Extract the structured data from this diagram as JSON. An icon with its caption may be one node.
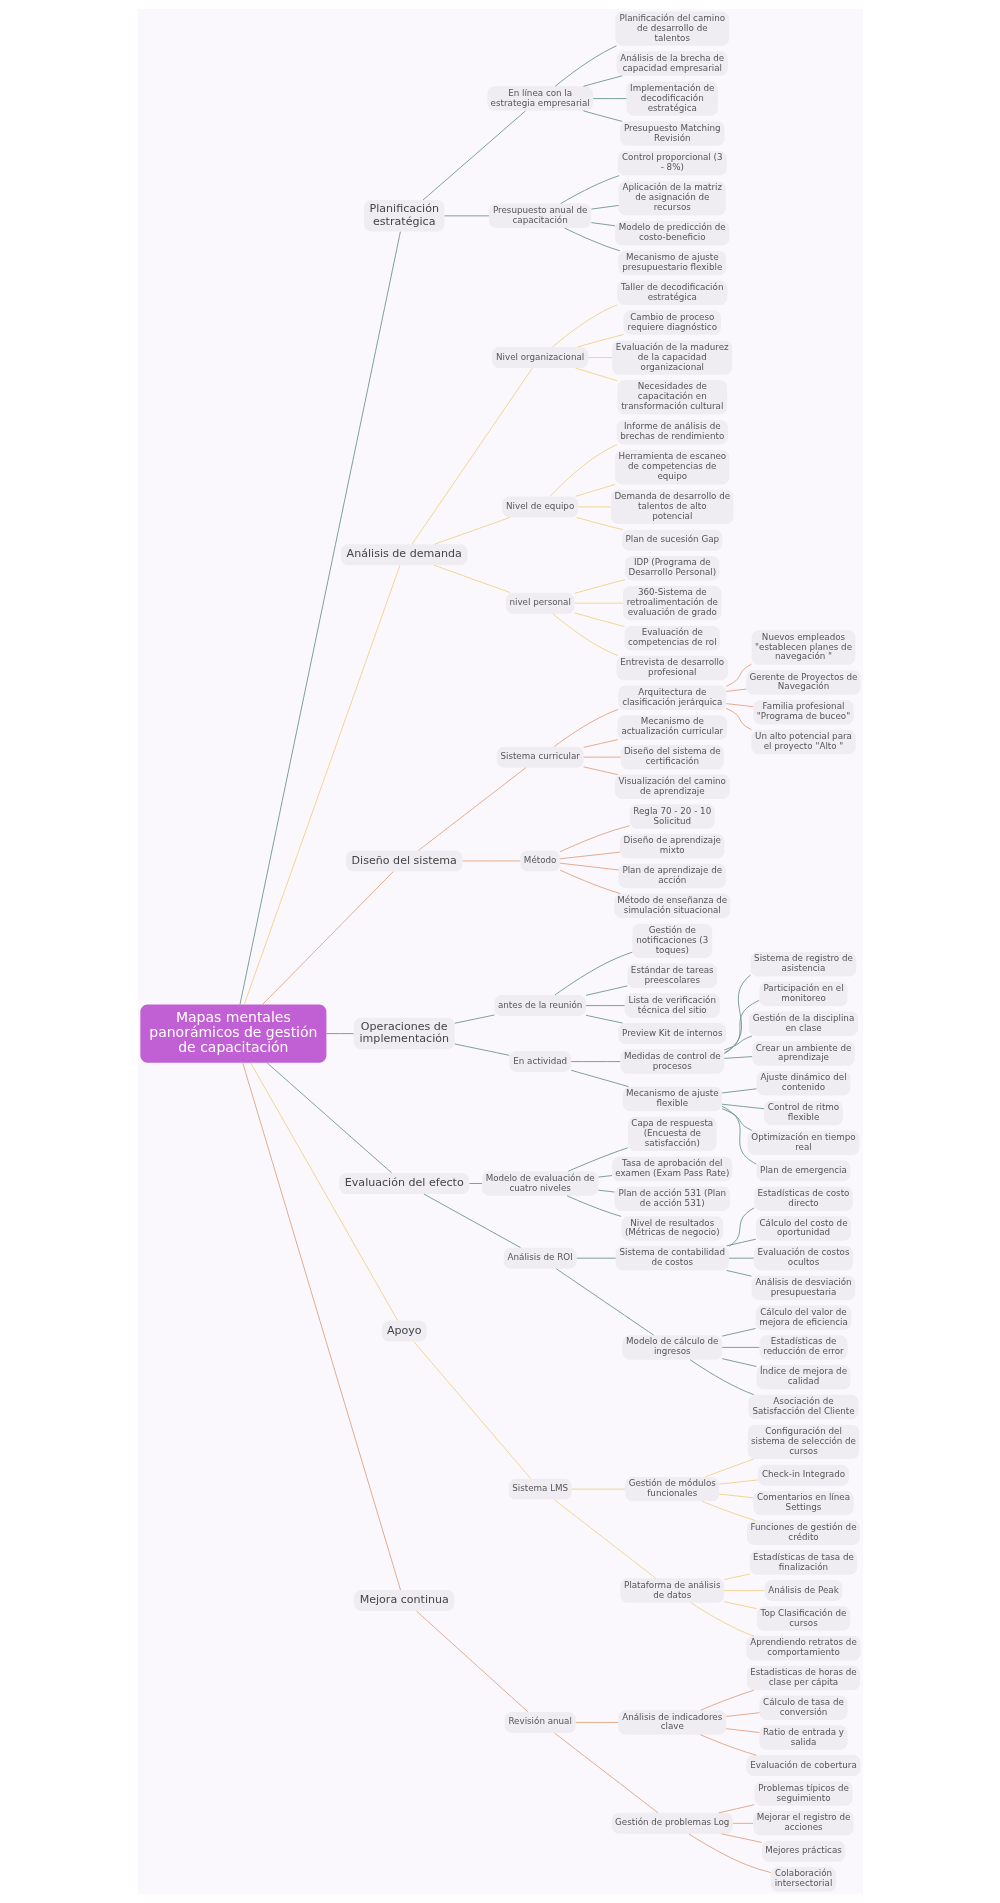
{
  "diagram": {
    "nodes": [
      {
        "text": [
          "Mapas mentales panorámicos de gestión de capacitación"
        ]
      },
      {
        "text": [
          "Planificación estratégica"
        ]
      },
      {
        "text": [
          "En línea con la estrategia empresarial"
        ]
      },
      {
        "text": [
          "Planificación del camino de desarrollo de talentos"
        ]
      },
      {
        "text": [
          "Análisis de la brecha de capacidad empresarial"
        ]
      },
      {
        "text": [
          "Implementación de decodificación estratégica"
        ]
      },
      {
        "text": [
          "Presupuesto Matching Revisión"
        ]
      },
      {
        "text": [
          "Presupuesto anual de capacitación"
        ]
      },
      {
        "text": [
          "Control proporcional (3 - 8%)"
        ]
      },
      {
        "text": [
          "Aplicación de la matriz de asignación de recursos"
        ]
      },
      {
        "text": [
          "Modelo de predicción de costo-beneficio"
        ]
      },
      {
        "text": [
          "Mecanismo de ajuste presupuestario flexible"
        ]
      },
      {
        "text": [
          "Análisis de demanda"
        ]
      },
      {
        "text": [
          "Nivel organizacional"
        ]
      },
      {
        "text": [
          "Taller de decodificación estratégica"
        ]
      },
      {
        "text": [
          "Cambio de proceso requiere diagnóstico"
        ]
      },
      {
        "text": [
          "Evaluación de la madurez de la capacidad organizacional"
        ]
      },
      {
        "text": [
          "Necesidades de capacitación en transformación cultural"
        ]
      },
      {
        "text": [
          "Nivel de equipo"
        ]
      },
      {
        "text": [
          "Informe de análisis de brechas de rendimiento"
        ]
      },
      {
        "text": [
          "Herramienta de escaneo de competencias de equipo"
        ]
      },
      {
        "text": [
          "Demanda de desarrollo de talentos de alto potencial"
        ]
      },
      {
        "text": [
          "Plan de sucesión Gap"
        ]
      },
      {
        "text": [
          "nivel personal"
        ]
      },
      {
        "text": [
          "IDP (Programa de Desarrollo Personal)"
        ]
      },
      {
        "text": [
          "360-Sistema de retroalimentación de evaluación de grado"
        ]
      },
      {
        "text": [
          "Evaluación de competencias de rol"
        ]
      },
      {
        "text": [
          "Entrevista de desarrollo profesional"
        ]
      },
      {
        "text": [
          "Diseño del sistema"
        ]
      },
      {
        "text": [
          "Sistema curricular"
        ]
      },
      {
        "text": [
          "Arquitectura de clasificación jerárquica"
        ]
      },
      {
        "text": [
          "Nuevos empleados \"establecen planes de navegación \""
        ]
      },
      {
        "text": [
          "Gerente de Proyectos de Navegación"
        ]
      },
      {
        "text": [
          "Familia profesional \"Programa de buceo\""
        ]
      },
      {
        "text": [
          "Un alto potencial para el proyecto \"Alto \""
        ]
      },
      {
        "text": [
          "Mecanismo de actualización curricular"
        ]
      },
      {
        "text": [
          "Diseño del sistema de certificación"
        ]
      },
      {
        "text": [
          "Visualización del camino de aprendizaje"
        ]
      },
      {
        "text": [
          "Método"
        ]
      },
      {
        "text": [
          "Regla 70 - 20 - 10 Solicitud"
        ]
      },
      {
        "text": [
          "Diseño de aprendizaje mixto"
        ]
      },
      {
        "text": [
          "Plan de aprendizaje de acción"
        ]
      },
      {
        "text": [
          "Método de enseñanza de simulación situacional"
        ]
      },
      {
        "text": [
          "Operaciones de implementación"
        ]
      },
      {
        "text": [
          "antes de la reunión"
        ]
      },
      {
        "text": [
          "Gestión de notificaciones (3 toques)"
        ]
      },
      {
        "text": [
          "Estándar de tareas preescolares"
        ]
      },
      {
        "text": [
          "Lista de verificación técnica del sitio"
        ]
      },
      {
        "text": [
          "Preview Kit de internos"
        ]
      },
      {
        "text": [
          "En actividad"
        ]
      },
      {
        "text": [
          "Medidas de control de procesos"
        ]
      },
      {
        "text": [
          "Sistema de registro de asistencia"
        ]
      },
      {
        "text": [
          "Participación en el monitoreo"
        ]
      },
      {
        "text": [
          "Gestión de la disciplina en clase"
        ]
      },
      {
        "text": [
          "Crear un ambiente de aprendizaje"
        ]
      },
      {
        "text": [
          "Mecanismo de ajuste flexible"
        ]
      },
      {
        "text": [
          "Ajuste dinámico del contenido"
        ]
      },
      {
        "text": [
          "Control de ritmo flexible"
        ]
      },
      {
        "text": [
          "Optimización en tiempo real"
        ]
      },
      {
        "text": [
          "Plan de emergencia"
        ]
      },
      {
        "text": [
          "Evaluación del efecto"
        ]
      },
      {
        "text": [
          "Modelo de evaluación de cuatro niveles"
        ]
      },
      {
        "text": [
          "Capa de respuesta (Encuesta de satisfacción)"
        ]
      },
      {
        "text": [
          "Tasa de aprobación del examen (Exam Pass Rate)"
        ]
      },
      {
        "text": [
          "Plan de acción 531 (Plan de acción 531)"
        ]
      },
      {
        "text": [
          "Nivel de resultados (Métricas de negocio)"
        ]
      },
      {
        "text": [
          "Análisis de ROI"
        ]
      },
      {
        "text": [
          "Sistema de contabilidad de costos"
        ]
      },
      {
        "text": [
          "Estadísticas de costo directo"
        ]
      },
      {
        "text": [
          "Cálculo del costo de oportunidad"
        ]
      },
      {
        "text": [
          "Evaluación de costos ocultos"
        ]
      },
      {
        "text": [
          "Análisis de desviación presupuestaria"
        ]
      },
      {
        "text": [
          "Modelo de cálculo de ingresos"
        ]
      },
      {
        "text": [
          "Cálculo del valor de mejora de eficiencia"
        ]
      },
      {
        "text": [
          "Estadísticas de reducción de error"
        ]
      },
      {
        "text": [
          "Índice de mejora de calidad"
        ]
      },
      {
        "text": [
          "Asociación de Satisfacción del Cliente"
        ]
      },
      {
        "text": [
          "Apoyo"
        ]
      },
      {
        "text": [
          "Sistema LMS"
        ]
      },
      {
        "text": [
          "Gestión de módulos funcionales"
        ]
      },
      {
        "text": [
          "Configuración del sistema de selección de cursos"
        ]
      },
      {
        "text": [
          "Check-in Integrado"
        ]
      },
      {
        "text": [
          "Comentarios en línea Settings"
        ]
      },
      {
        "text": [
          "Funciones de gestión de crédito"
        ]
      },
      {
        "text": [
          "Plataforma de análisis de datos"
        ]
      },
      {
        "text": [
          "Estadísticas de tasa de finalización"
        ]
      },
      {
        "text": [
          "Análisis de Peak"
        ]
      },
      {
        "text": [
          "Top Clasificación de cursos"
        ]
      },
      {
        "text": [
          "Aprendiendo retratos de comportamiento"
        ]
      },
      {
        "text": [
          "Mejora continua"
        ]
      },
      {
        "text": [
          "Revisión anual"
        ]
      },
      {
        "text": [
          "Análisis de indicadores clave"
        ]
      },
      {
        "text": [
          "Estadisticas de horas de clase per cápita"
        ]
      },
      {
        "text": [
          "Cálculo de tasa de conversión"
        ]
      },
      {
        "text": [
          "Ratio de entrada y salida"
        ]
      },
      {
        "text": [
          "Evaluación de cobertura"
        ]
      },
      {
        "text": [
          "Gestión de problemas Log"
        ]
      },
      {
        "text": [
          "Problemas típicos de seguimiento"
        ]
      },
      {
        "text": [
          "Mejorar el registro de acciones"
        ]
      },
      {
        "text": [
          "Mejores prácticas"
        ]
      },
      {
        "text": [
          "Colaboración intersectorial"
        ]
      }
    ],
    "edges": [
      {
        "from": 0,
        "to": 1,
        "arrow": "none",
        "color": "#6a9387"
      },
      {
        "from": 1,
        "to": 2,
        "arrow": "none",
        "color": "#6a9387"
      },
      {
        "from": 2,
        "to": 3,
        "arrow": "none",
        "color": "#6a9387"
      },
      {
        "from": 2,
        "to": 4,
        "arrow": "none",
        "color": "#6a9387"
      },
      {
        "from": 2,
        "to": 5,
        "arrow": "none",
        "color": "#6a9387"
      },
      {
        "from": 2,
        "to": 6,
        "arrow": "none",
        "color": "#6a9387"
      },
      {
        "from": 1,
        "to": 7,
        "arrow": "none",
        "color": "#6a9387"
      },
      {
        "from": 7,
        "to": 8,
        "arrow": "none",
        "color": "#6a9387"
      },
      {
        "from": 7,
        "to": 9,
        "arrow": "none",
        "color": "#6a9387"
      },
      {
        "from": 7,
        "to": 10,
        "arrow": "none",
        "color": "#6a9387"
      },
      {
        "from": 7,
        "to": 11,
        "arrow": "none",
        "color": "#6a9387"
      },
      {
        "from": 0,
        "to": 12,
        "arrow": "none",
        "color": "#efd083"
      },
      {
        "from": 12,
        "to": 13,
        "arrow": "none",
        "color": "#efd083"
      },
      {
        "from": 13,
        "to": 14,
        "arrow": "none",
        "color": "#efd083"
      },
      {
        "from": 13,
        "to": 15,
        "arrow": "none",
        "color": "#efd083"
      },
      {
        "from": 13,
        "to": 16,
        "arrow": "none",
        "color": "#efd083"
      },
      {
        "from": 13,
        "to": 17,
        "arrow": "none",
        "color": "#efd083"
      },
      {
        "from": 12,
        "to": 18,
        "arrow": "none",
        "color": "#efd083"
      },
      {
        "from": 18,
        "to": 19,
        "arrow": "none",
        "color": "#efd083"
      },
      {
        "from": 18,
        "to": 20,
        "arrow": "none",
        "color": "#efd083"
      },
      {
        "from": 18,
        "to": 21,
        "arrow": "none",
        "color": "#efd083"
      },
      {
        "from": 18,
        "to": 22,
        "arrow": "none",
        "color": "#efd083"
      },
      {
        "from": 12,
        "to": 23,
        "arrow": "none",
        "color": "#efd083"
      },
      {
        "from": 23,
        "to": 24,
        "arrow": "none",
        "color": "#efd083"
      },
      {
        "from": 23,
        "to": 25,
        "arrow": "none",
        "color": "#efd083"
      },
      {
        "from": 23,
        "to": 26,
        "arrow": "none",
        "color": "#efd083"
      },
      {
        "from": 23,
        "to": 27,
        "arrow": "none",
        "color": "#efd083"
      },
      {
        "from": 0,
        "to": 28,
        "arrow": "none",
        "color": "#e0a07c"
      },
      {
        "from": 28,
        "to": 29,
        "arrow": "none",
        "color": "#e0a07c"
      },
      {
        "from": 29,
        "to": 30,
        "arrow": "none",
        "color": "#e0a07c"
      },
      {
        "from": 30,
        "to": 31,
        "arrow": "none",
        "color": "#e0a07c"
      },
      {
        "from": 30,
        "to": 32,
        "arrow": "none",
        "color": "#e0a07c"
      },
      {
        "from": 30,
        "to": 33,
        "arrow": "none",
        "color": "#e0a07c"
      },
      {
        "from": 30,
        "to": 34,
        "arrow": "none",
        "color": "#e0a07c"
      },
      {
        "from": 29,
        "to": 35,
        "arrow": "none",
        "color": "#e0a07c"
      },
      {
        "from": 29,
        "to": 36,
        "arrow": "none",
        "color": "#e0a07c"
      },
      {
        "from": 29,
        "to": 37,
        "arrow": "none",
        "color": "#e0a07c"
      },
      {
        "from": 28,
        "to": 38,
        "arrow": "none",
        "color": "#e0a07c"
      },
      {
        "from": 38,
        "to": 39,
        "arrow": "none",
        "color": "#e0a07c"
      },
      {
        "from": 38,
        "to": 40,
        "arrow": "none",
        "color": "#e0a07c"
      },
      {
        "from": 38,
        "to": 41,
        "arrow": "none",
        "color": "#e0a07c"
      },
      {
        "from": 38,
        "to": 42,
        "arrow": "none",
        "color": "#e0a07c"
      },
      {
        "from": 0,
        "to": 43,
        "arrow": "none",
        "color": "#6a9387"
      },
      {
        "from": 43,
        "to": 44,
        "arrow": "none",
        "color": "#6a9387"
      },
      {
        "from": 44,
        "to": 45,
        "arrow": "none",
        "color": "#6a9387"
      },
      {
        "from": 44,
        "to": 46,
        "arrow": "none",
        "color": "#6a9387"
      },
      {
        "from": 44,
        "to": 47,
        "arrow": "none",
        "color": "#6a9387"
      },
      {
        "from": 44,
        "to": 48,
        "arrow": "none",
        "color": "#6a9387"
      },
      {
        "from": 43,
        "to": 49,
        "arrow": "none",
        "color": "#6a9387"
      },
      {
        "from": 49,
        "to": 50,
        "arrow": "none",
        "color": "#6a9387"
      },
      {
        "from": 50,
        "to": 51,
        "arrow": "none",
        "color": "#6a9387"
      },
      {
        "from": 50,
        "to": 52,
        "arrow": "none",
        "color": "#6a9387"
      },
      {
        "from": 50,
        "to": 53,
        "arrow": "none",
        "color": "#6a9387"
      },
      {
        "from": 50,
        "to": 54,
        "arrow": "none",
        "color": "#6a9387"
      },
      {
        "from": 49,
        "to": 55,
        "arrow": "none",
        "color": "#6a9387"
      },
      {
        "from": 55,
        "to": 56,
        "arrow": "none",
        "color": "#6a9387"
      },
      {
        "from": 55,
        "to": 57,
        "arrow": "none",
        "color": "#6a9387"
      },
      {
        "from": 55,
        "to": 58,
        "arrow": "none",
        "color": "#6a9387"
      },
      {
        "from": 55,
        "to": 59,
        "arrow": "none",
        "color": "#6a9387"
      },
      {
        "from": 0,
        "to": 60,
        "arrow": "none",
        "color": "#6a9387"
      },
      {
        "from": 60,
        "to": 61,
        "arrow": "none",
        "color": "#6a9387"
      },
      {
        "from": 61,
        "to": 62,
        "arrow": "none",
        "color": "#6a9387"
      },
      {
        "from": 61,
        "to": 63,
        "arrow": "none",
        "color": "#6a9387"
      },
      {
        "from": 61,
        "to": 64,
        "arrow": "none",
        "color": "#6a9387"
      },
      {
        "from": 61,
        "to": 65,
        "arrow": "none",
        "color": "#6a9387"
      },
      {
        "from": 60,
        "to": 66,
        "arrow": "none",
        "color": "#6a9387"
      },
      {
        "from": 66,
        "to": 67,
        "arrow": "none",
        "color": "#6a9387"
      },
      {
        "from": 67,
        "to": 68,
        "arrow": "none",
        "color": "#6a9387"
      },
      {
        "from": 67,
        "to": 69,
        "arrow": "none",
        "color": "#6a9387"
      },
      {
        "from": 67,
        "to": 70,
        "arrow": "none",
        "color": "#6a9387"
      },
      {
        "from": 67,
        "to": 71,
        "arrow": "none",
        "color": "#6a9387"
      },
      {
        "from": 66,
        "to": 72,
        "arrow": "none",
        "color": "#6a9387"
      },
      {
        "from": 72,
        "to": 73,
        "arrow": "none",
        "color": "#6a9387"
      },
      {
        "from": 72,
        "to": 74,
        "arrow": "none",
        "color": "#6a9387"
      },
      {
        "from": 72,
        "to": 75,
        "arrow": "none",
        "color": "#6a9387"
      },
      {
        "from": 72,
        "to": 76,
        "arrow": "none",
        "color": "#6a9387"
      },
      {
        "from": 0,
        "to": 77,
        "arrow": "none",
        "color": "#efd083"
      },
      {
        "from": 77,
        "to": 78,
        "arrow": "none",
        "color": "#efd083"
      },
      {
        "from": 78,
        "to": 79,
        "arrow": "none",
        "color": "#efd083"
      },
      {
        "from": 79,
        "to": 80,
        "arrow": "none",
        "color": "#efd083"
      },
      {
        "from": 79,
        "to": 81,
        "arrow": "none",
        "color": "#efd083"
      },
      {
        "from": 79,
        "to": 82,
        "arrow": "none",
        "color": "#efd083"
      },
      {
        "from": 79,
        "to": 83,
        "arrow": "none",
        "color": "#efd083"
      },
      {
        "from": 78,
        "to": 84,
        "arrow": "none",
        "color": "#efd083"
      },
      {
        "from": 84,
        "to": 85,
        "arrow": "none",
        "color": "#efd083"
      },
      {
        "from": 84,
        "to": 86,
        "arrow": "none",
        "color": "#efd083"
      },
      {
        "from": 84,
        "to": 87,
        "arrow": "none",
        "color": "#efd083"
      },
      {
        "from": 84,
        "to": 88,
        "arrow": "none",
        "color": "#efd083"
      },
      {
        "from": 0,
        "to": 89,
        "arrow": "none",
        "color": "#e0a07c"
      },
      {
        "from": 89,
        "to": 90,
        "arrow": "none",
        "color": "#e0a07c"
      },
      {
        "from": 90,
        "to": 91,
        "arrow": "none",
        "color": "#e0a07c"
      },
      {
        "from": 91,
        "to": 92,
        "arrow": "none",
        "color": "#e0a07c"
      },
      {
        "from": 91,
        "to": 93,
        "arrow": "none",
        "color": "#e0a07c"
      },
      {
        "from": 91,
        "to": 94,
        "arrow": "none",
        "color": "#e0a07c"
      },
      {
        "from": 91,
        "to": 95,
        "arrow": "none",
        "color": "#e0a07c"
      },
      {
        "from": 90,
        "to": 96,
        "arrow": "none",
        "color": "#e0a07c"
      },
      {
        "from": 96,
        "to": 97,
        "arrow": "none",
        "color": "#e0a07c"
      },
      {
        "from": 96,
        "to": 98,
        "arrow": "none",
        "color": "#e0a07c"
      },
      {
        "from": 96,
        "to": 99,
        "arrow": "none",
        "color": "#e0a07c"
      },
      {
        "from": 96,
        "to": 100,
        "arrow": "none",
        "color": "#e0a07c"
      }
    ]
  }
}
